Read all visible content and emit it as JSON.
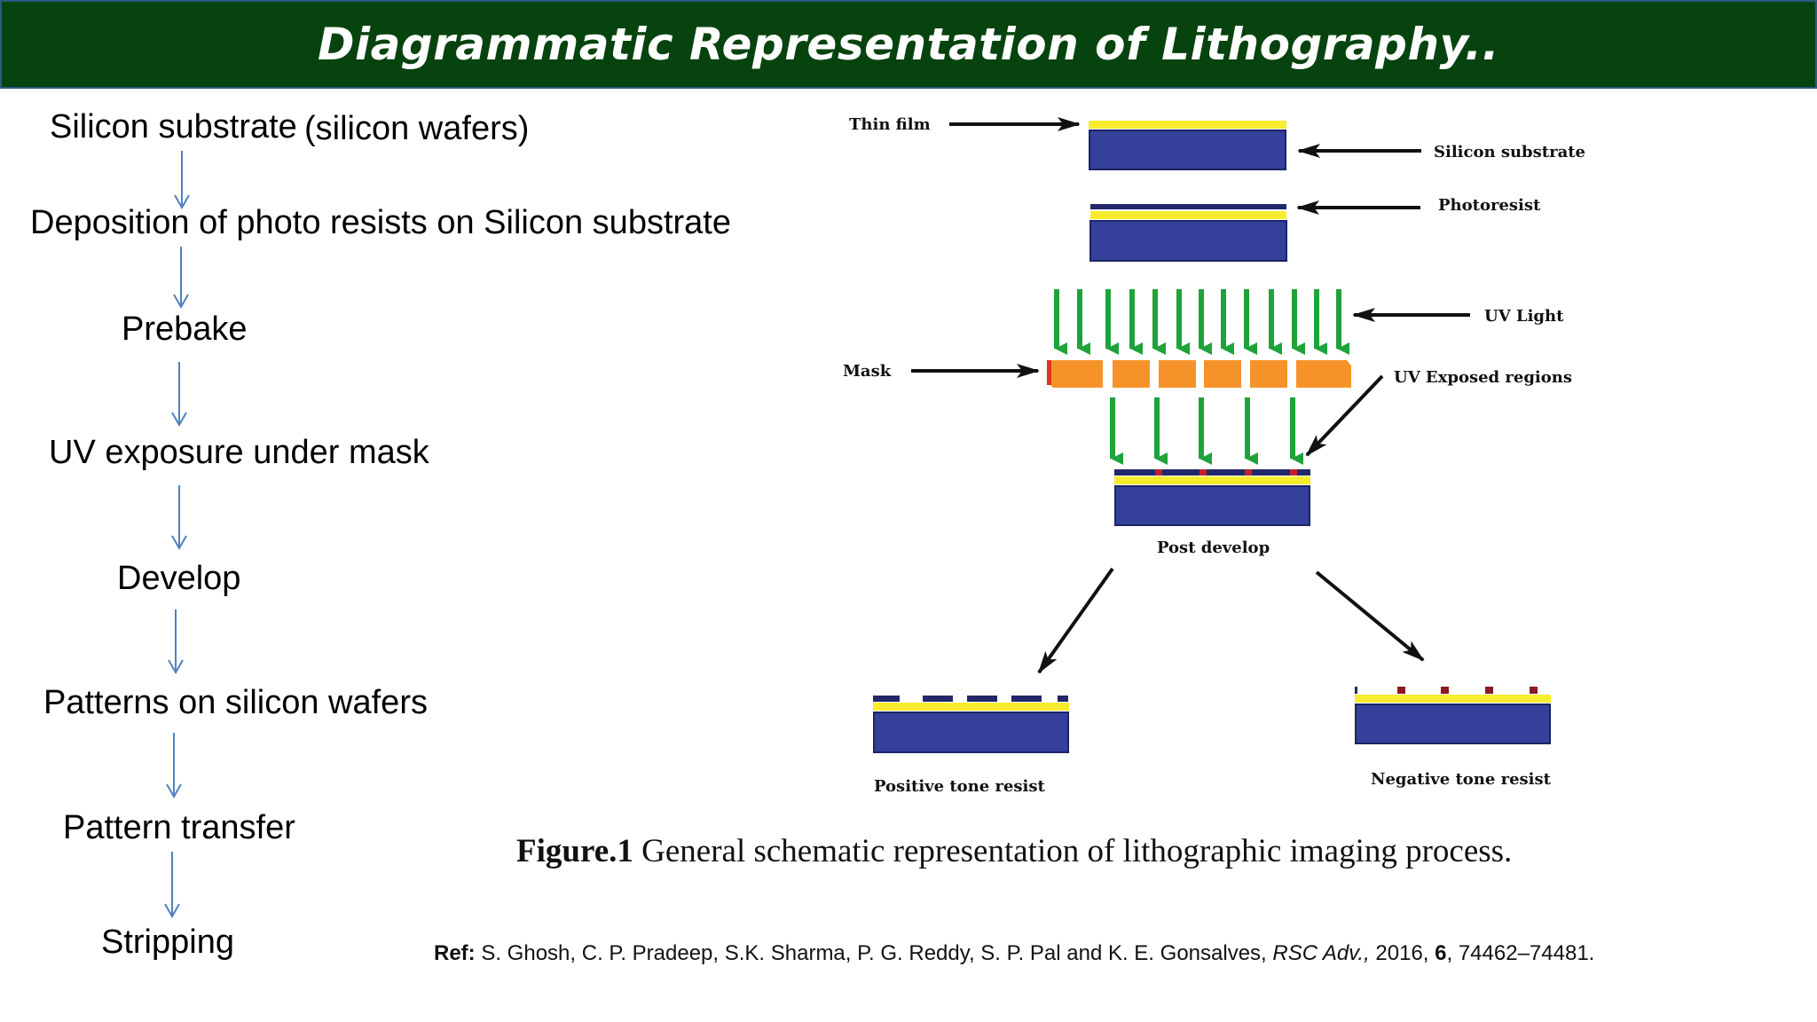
{
  "title": "Diagrammatic Representation of Lithography..",
  "steps": {
    "s1a": "Silicon substrate",
    "s1b": "(silicon wafers)",
    "s2": "Deposition of photo resists on Silicon substrate",
    "s3": "Prebake",
    "s4": "UV exposure under mask",
    "s5": "Develop",
    "s6": "Patterns on silicon wafers",
    "s7": "Pattern transfer",
    "s8": "Stripping"
  },
  "figure": {
    "thin_film": "Thin film",
    "silicon_substrate": "Silicon substrate",
    "photoresist": "Photoresist",
    "uv_light": "UV Light",
    "mask": "Mask",
    "uv_exposed": "UV Exposed regions",
    "post_develop": "Post develop",
    "positive": "Positive tone resist",
    "negative": "Negative tone resist"
  },
  "caption": {
    "label": "Figure.1",
    "text": " General schematic representation of lithographic imaging process."
  },
  "reference": {
    "ref_label": "Ref:",
    "authors": " S. Ghosh, C. P. Pradeep, S.K. Sharma, P. G. Reddy, S. P. Pal and K. E. Gonsalves, ",
    "journal": "RSC Adv.,",
    "year": " 2016, ",
    "volume": "6",
    "pages": ", 74462–74481."
  },
  "colors": {
    "title_bg": "#07430f",
    "substrate": "#34409a",
    "film": "#f7ec2e",
    "mask": "#f5932a",
    "uv_arrow": "#1ea33a",
    "flow_arrow": "#4f81bd"
  }
}
